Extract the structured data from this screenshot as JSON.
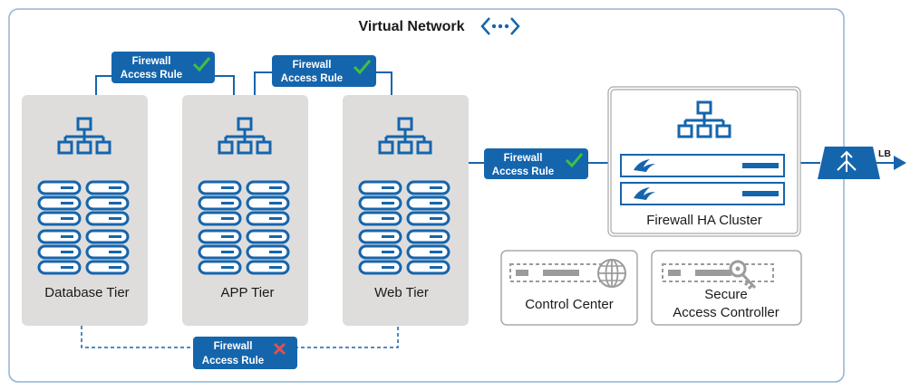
{
  "title": "Virtual Network",
  "tiers": [
    {
      "label": "Database Tier"
    },
    {
      "label": "APP Tier"
    },
    {
      "label": "Web Tier"
    }
  ],
  "rules": [
    {
      "line1": "Firewall",
      "line2": "Access Rule",
      "status": "allowed"
    },
    {
      "line1": "Firewall",
      "line2": "Access Rule",
      "status": "allowed"
    },
    {
      "line1": "Firewall",
      "line2": "Access Rule",
      "status": "allowed"
    },
    {
      "line1": "Firewall",
      "line2": "Access Rule",
      "status": "denied"
    }
  ],
  "cluster": {
    "label": "Firewall HA Cluster"
  },
  "control_center": {
    "label": "Control Center"
  },
  "sac": {
    "line1": "Secure",
    "line2": "Access Controller"
  },
  "lb": {
    "label": "LB"
  },
  "colors": {
    "blue": "#1565ad",
    "tier_bg": "#dedddc",
    "border": "#8fb3d4",
    "check": "#3fc13f",
    "cross": "#e05050"
  }
}
